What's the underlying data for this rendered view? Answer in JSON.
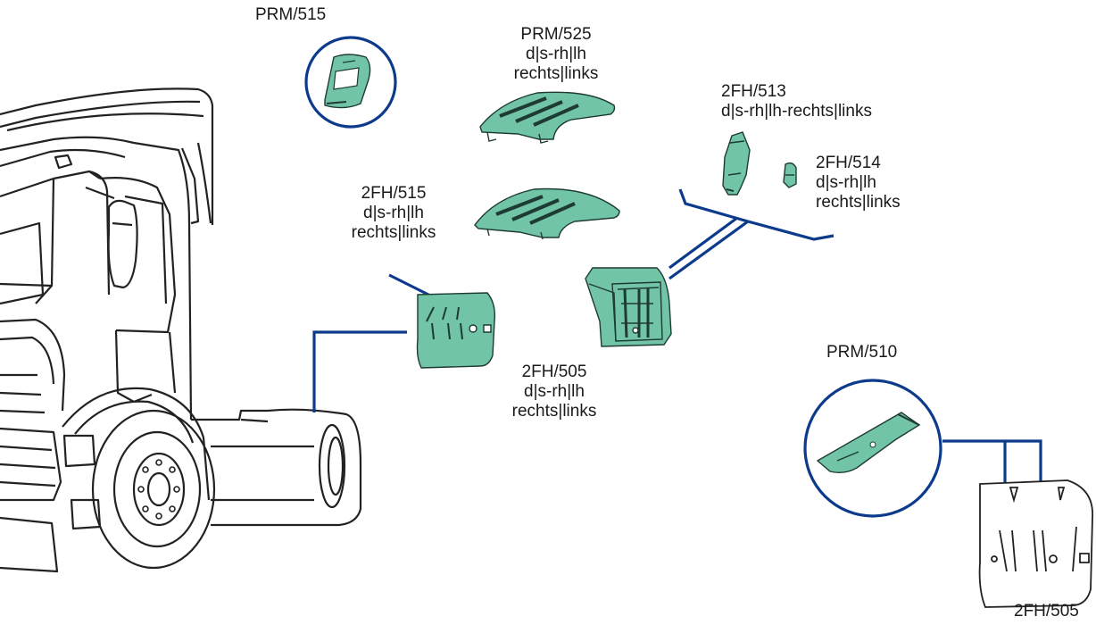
{
  "colors": {
    "part_fill": "#72c4a6",
    "part_stroke": "#1d3b34",
    "leader_line": "#0d3b8c",
    "truck_stroke": "#222222"
  },
  "labels": {
    "prm515": [
      "PRM/515"
    ],
    "prm525": [
      "PRM/525",
      "d|s-rh|lh",
      "rechts|links"
    ],
    "fh513": [
      "2FH/513",
      "d|s-rh|lh-rechts|links"
    ],
    "fh514": [
      "2FH/514",
      "d|s-rh|lh",
      "rechts|links"
    ],
    "fh515": [
      "2FH/515",
      "d|s-rh|lh",
      "rechts|links"
    ],
    "fh505": [
      "2FH/505",
      "d|s-rh|lh",
      "rechts|links"
    ],
    "prm510": [
      "PRM/510"
    ],
    "fh505b": [
      "2FH/505"
    ]
  }
}
